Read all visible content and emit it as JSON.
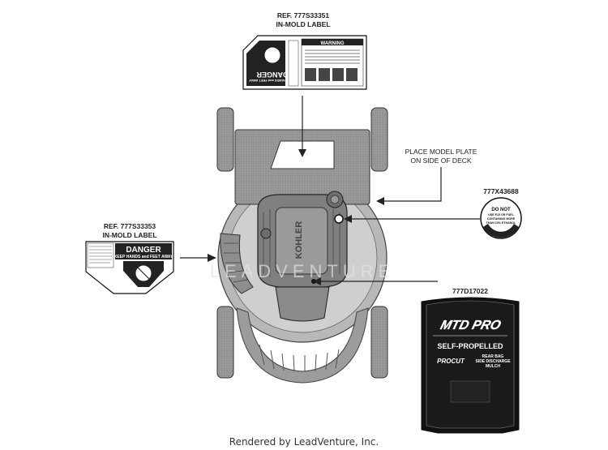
{
  "labels": {
    "top_ref": "REF. 777S33351",
    "top_sub": "IN-MOLD LABEL",
    "left_ref": "REF. 777S33353",
    "left_sub": "IN-MOLD LABEL",
    "model_plate_1": "PLACE MODEL PLATE",
    "model_plate_2": "ON SIDE OF DECK",
    "fuel_part": "777X43688",
    "decal_part": "777D17022"
  },
  "top_label": {
    "danger": "DANGER",
    "keep": "KEEP HANDS and FEET AWAY",
    "warning": "WARNING"
  },
  "left_label": {
    "danger": "DANGER",
    "keep": "KEEP HANDS and FEET AWAY"
  },
  "fuel_sticker": {
    "line1": "DO NOT",
    "line2": "USE E15 OR FUEL",
    "line3": "CONTAINING MORE",
    "line4": "THAN 10% ETHANOL"
  },
  "decal": {
    "brand": "MTD PRO",
    "title": "SELF-PROPELLED",
    "sub_brand": "PROCUT",
    "feature1": "REAR BAG",
    "feature2": "SIDE DISCHARGE",
    "feature3": "MULCH"
  },
  "engine": {
    "brand": "KOHLER"
  },
  "watermark": "LEADVENTURE",
  "footer": "Rendered by LeadVenture, Inc.",
  "colors": {
    "line": "#222222",
    "grey_fill": "#8a8a8a",
    "black": "#111111"
  }
}
